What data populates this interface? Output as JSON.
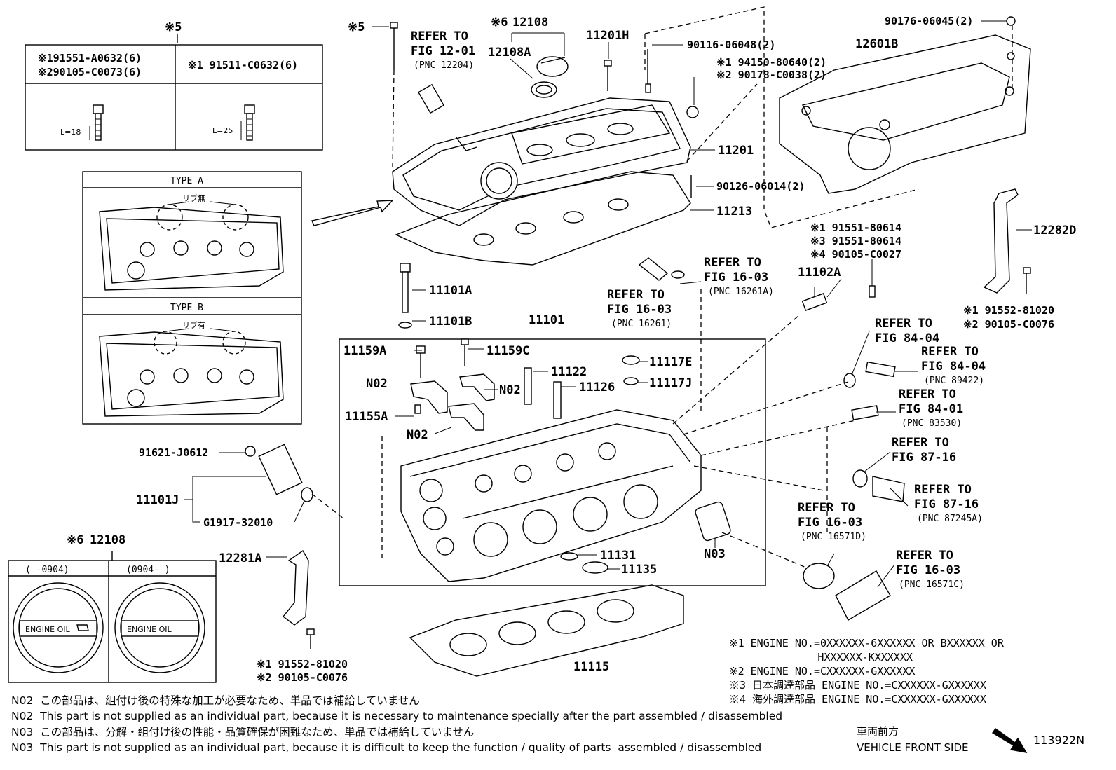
{
  "diagram_code": "113922N",
  "bolt_table": {
    "header": "※5",
    "col1_lines": [
      "※191551-A0632(6)",
      "※290105-C0073(6)"
    ],
    "col2_line": "※1 91511-C0632(6)",
    "col1_len": "L=18",
    "col2_len": "L=25"
  },
  "type_boxes": [
    {
      "title": "TYPE A",
      "note": "リブ無"
    },
    {
      "title": "TYPE B",
      "note": "リブ有"
    }
  ],
  "cap_table": {
    "header_mark": "※6",
    "header_part": "12108",
    "col1": "(    -0904)",
    "col2": "(0904-     )",
    "cap_text": "ENGINE OIL"
  },
  "labels": {
    "star5": "※5",
    "refer_12_01": [
      "REFER TO",
      "FIG 12-01",
      "(PNC 12204)"
    ],
    "p12108_mark": "※6",
    "p12108": "12108",
    "p12108A": "12108A",
    "p11201H": "11201H",
    "p90116": "90116-06048(2)",
    "p94150": "※1 94150-80640(2)",
    "p90178": "※2 90178-C0038(2)",
    "p11201": "11201",
    "p90126": "90126-06014(2)",
    "p11213": "11213",
    "p90176": "90176-06045(2)",
    "p12601B": "12601B",
    "p12282D": "12282D",
    "p91552_r": "※1 91552-81020",
    "p90105_r": "※2 90105-C0076",
    "p91551_80614a": "※1 91551-80614",
    "p91551_80614b": "※3 91551-80614",
    "p90105_C0027": "※4 90105-C0027",
    "p11102A": "11102A",
    "refer_16_03a": [
      "REFER TO",
      "FIG 16-03",
      "(PNC 16261A)"
    ],
    "refer_16_03b": [
      "REFER TO",
      "FIG 16-03",
      "(PNC 16261)"
    ],
    "p11101A": "11101A",
    "p11101B": "11101B",
    "p11101": "11101",
    "p11159A": "11159A",
    "p11159C": "11159C",
    "p11117E": "11117E",
    "p11117J": "11117J",
    "p11122": "11122",
    "p11126": "11126",
    "N02": "N02",
    "p11155A": "11155A",
    "refer_84_04a": [
      "REFER TO",
      "FIG 84-04"
    ],
    "refer_84_04b": [
      "REFER TO",
      "FIG 84-04",
      "(PNC 89422)"
    ],
    "refer_84_01": [
      "REFER TO",
      "FIG 84-01",
      "(PNC 83530)"
    ],
    "refer_87_16a": [
      "REFER TO",
      "FIG 87-16"
    ],
    "refer_87_16b": [
      "REFER TO",
      "FIG 87-16",
      "(PNC 87245A)"
    ],
    "refer_16_03c": [
      "REFER TO",
      "FIG 16-03",
      "(PNC 16571D)"
    ],
    "refer_16_03d": [
      "REFER TO",
      "FIG 16-03",
      "(PNC 16571C)"
    ],
    "p91621": "91621-J0612",
    "p11101J": "11101J",
    "pG1917": "G1917-32010",
    "p12281A": "12281A",
    "p91552_l": "※1 91552-81020",
    "p90105_l": "※2 90105-C0076",
    "p11131": "11131",
    "p11135": "11135",
    "N03": "N03",
    "p11115": "11115"
  },
  "engine_notes": [
    "※1 ENGINE NO.=0XXXXXX-6XXXXXX OR BXXXXXX OR",
    "              HXXXXXX-KXXXXXX",
    "※2 ENGINE NO.=CXXXXXX-GXXXXXX",
    "※3 日本調達部品 ENGINE NO.=CXXXXXX-GXXXXXX",
    "※4 海外調達部品 ENGINE NO.=CXXXXXX-GXXXXXX"
  ],
  "footnotes": [
    "N02  この部品は、組付け後の特殊な加工が必要なため、単品では補給していません",
    "N02  This part is not supplied as an individual part, because it is necessary to maintenance specially after the part assembled / disassembled",
    "N03  この部品は、分解・組付け後の性能・品質確保が困難なため、単品では補給していません",
    "N03  This part is not supplied as an individual part, because it is difficult to keep the function / quality of parts  assembled / disassembled"
  ],
  "front": {
    "jp": "車両前方",
    "en": "VEHICLE FRONT SIDE"
  }
}
